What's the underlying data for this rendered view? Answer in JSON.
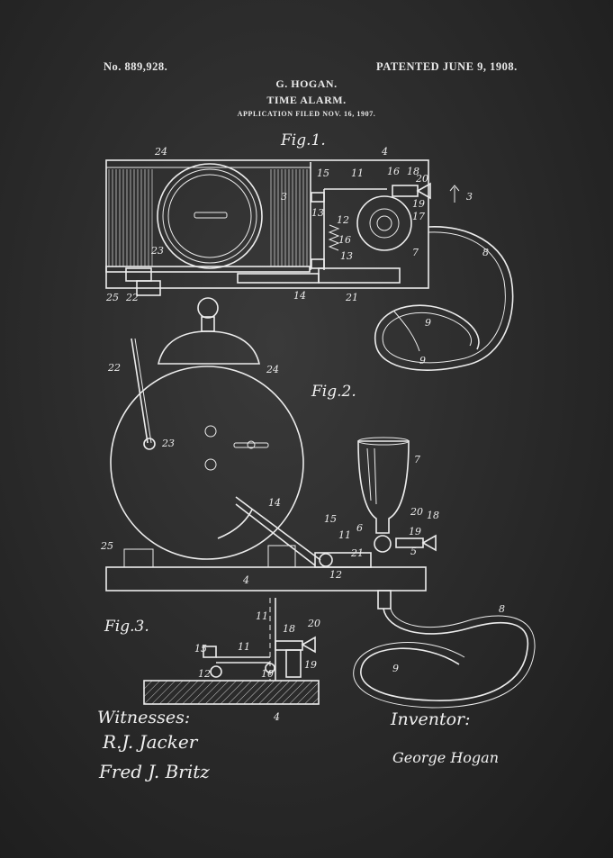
{
  "header": {
    "patent_number": "No. 889,928.",
    "patent_date": "PATENTED JUNE 9, 1908.",
    "inventor_name": "G. HOGAN.",
    "title": "TIME ALARM.",
    "filed": "APPLICATION FILED NOV. 16, 1907."
  },
  "figures": {
    "fig1": "Fig.1.",
    "fig2": "Fig.2.",
    "fig3": "Fig.3."
  },
  "labels": {
    "fig1": [
      "24",
      "4",
      "15",
      "11",
      "16",
      "18",
      "20",
      "3",
      "3",
      "13",
      "12",
      "19",
      "17",
      "16",
      "7",
      "23",
      "13",
      "8",
      "25",
      "22",
      "14",
      "21",
      "9",
      "9"
    ],
    "fig2": [
      "22",
      "24",
      "23",
      "7",
      "14",
      "20",
      "15",
      "11",
      "6",
      "18",
      "19",
      "25",
      "21",
      "5",
      "12",
      "4",
      "8",
      "9"
    ],
    "fig3": [
      "11",
      "15",
      "11",
      "18",
      "20",
      "12",
      "10",
      "19",
      "4"
    ]
  },
  "signatures": {
    "witnesses_label": "Witnesses:",
    "witness_1": "R.J. Jacker",
    "witness_2": "Fred J. Britz",
    "inventor_label": "Inventor:",
    "inventor_signature": "George Hogan"
  }
}
